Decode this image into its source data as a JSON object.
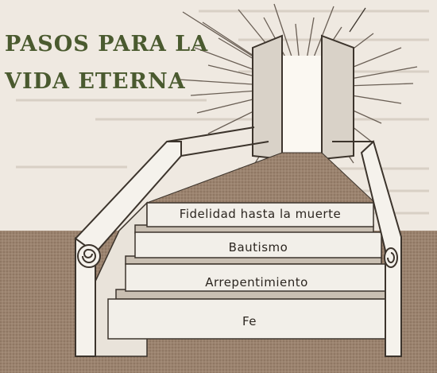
{
  "title": {
    "line1": "PASOS PARA LA",
    "line2": "VIDA ETERNA"
  },
  "steps": [
    "Fidelidad hasta la muerte",
    "Bautismo",
    "Arrepentimiento",
    "Fe"
  ],
  "colors": {
    "title": "#4a5a2f",
    "background": "#efe9e1",
    "ground": "#9b836f",
    "step_face": "#f2efe9",
    "outline": "#3c342c"
  }
}
